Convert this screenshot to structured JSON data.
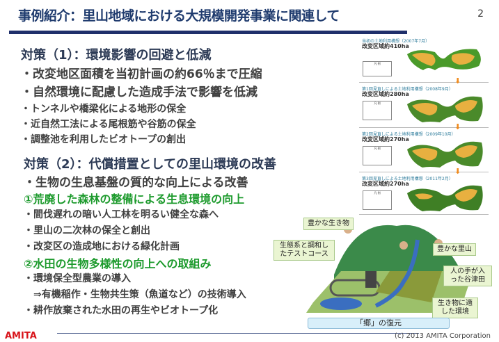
{
  "header": {
    "title": "事例紹介：里山地域における大規模開発事業に関連して",
    "page_number": "2"
  },
  "section1": {
    "heading": "対策（1）：環境影響の回避と低減",
    "items": [
      "・改変地区面積を当初計画の約66％まで圧縮",
      "・自然環境に配慮した造成手法で影響を低減"
    ],
    "subitems": [
      "・トンネルや橋梁化による地形の保全",
      "・近自然工法による尾根筋や谷筋の保全",
      "・調整池を利用したビオトープの創出"
    ]
  },
  "section2": {
    "heading": "対策（2）：代償措置としての里山環境の改善",
    "lead": "・生物の生息基盤の質的な向上による改善",
    "sub1": {
      "title": "①荒廃した森林の整備による生息環境の向上",
      "items": [
        "・間伐遅れの暗い人工林を明るい健全な森へ",
        "・里山の二次林の保全と創出",
        "・改変区の造成地における緑化計画"
      ]
    },
    "sub2": {
      "title": "②水田の生物多様性の向上への取組み",
      "items": [
        "・環境保全型農業の導入",
        "　⇒有機稲作・生物共生策（魚道など）の技術導入",
        "・耕作放棄された水田の再生やビオトープ化"
      ]
    }
  },
  "maps": [
    {
      "caption": "当初の土地利用構想（2007年7月）",
      "area": "改変区域約410ha"
    },
    {
      "caption": "第1回見直しによる土地利用構想（2008年9月）",
      "area": "改変区域約280ha"
    },
    {
      "caption": "第2回見直しによる土地利用構想（2009年10月）",
      "area": "改変区域約270ha"
    },
    {
      "caption": "第3回見直しによる土地利用構想（2011年2月）",
      "area": "改変区域約270ha"
    }
  ],
  "map_legend": "凡 例",
  "illustration": {
    "labels": [
      "豊かな生き物",
      "生態系と調和したテストコース",
      "豊かな里山",
      "人の手が入った谷津田",
      "生き物に適した環境"
    ],
    "banner": "「郷」の復元"
  },
  "footer": {
    "logo": "AMITA",
    "copyright": "(c) 2013 AMITA Corporation"
  },
  "colors": {
    "navy": "#1f2f6b",
    "green": "#1c9a2c",
    "logo_red": "#d8141b"
  }
}
